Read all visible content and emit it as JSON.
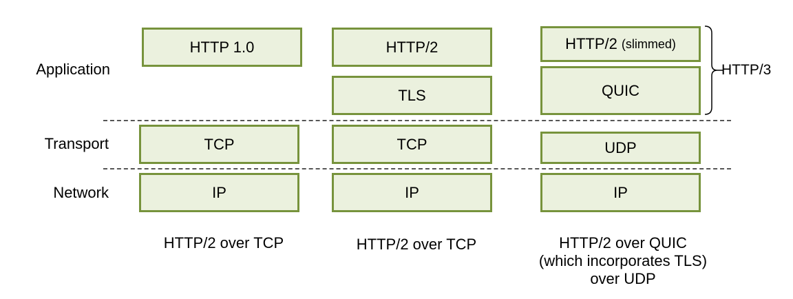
{
  "layers": {
    "application": "Application",
    "transport": "Transport",
    "network": "Network"
  },
  "stacks": [
    {
      "boxes": {
        "app1": "HTTP 1.0",
        "transport": "TCP",
        "network": "IP"
      },
      "caption": [
        "HTTP/2 over TCP"
      ]
    },
    {
      "boxes": {
        "app1": "HTTP/2",
        "app2": "TLS",
        "transport": "TCP",
        "network": "IP"
      },
      "caption": [
        "HTTP/2 over TCP"
      ]
    },
    {
      "boxes": {
        "app1": "HTTP/2",
        "app1_note": "(slimmed)",
        "app2": "QUIC",
        "transport": "UDP",
        "network": "IP"
      },
      "caption": [
        "HTTP/2 over QUIC",
        "(which incorporates TLS)",
        "over UDP"
      ]
    }
  ],
  "bracket_label": "HTTP/3",
  "colors": {
    "box_fill": "#ebf1de",
    "box_border": "#77933c",
    "divider": "#555555"
  }
}
